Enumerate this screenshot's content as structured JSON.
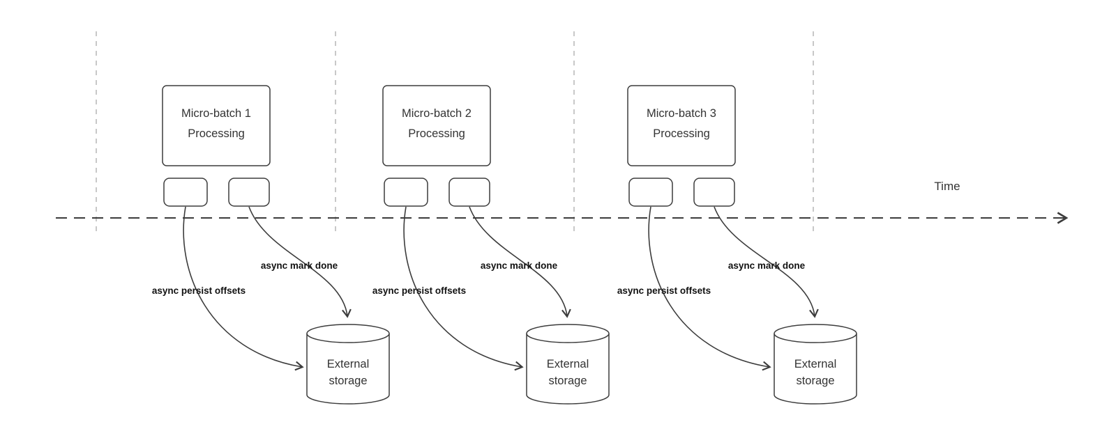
{
  "timeline": {
    "label": "Time"
  },
  "batches": [
    {
      "title_line1": "Micro-batch 1",
      "title_line2": "Processing"
    },
    {
      "title_line1": "Micro-batch 2",
      "title_line2": "Processing"
    },
    {
      "title_line1": "Micro-batch 3",
      "title_line2": "Processing"
    }
  ],
  "annotations": {
    "persist": "async persist offsets",
    "mark_done": "async mark done"
  },
  "storage": {
    "line1": "External",
    "line2": "storage"
  },
  "colors": {
    "shape_stroke": "#3c3c3c",
    "guide_stroke": "#b0b0b0",
    "title_text": "#333333",
    "annotation_text": "#111111",
    "background": "#ffffff"
  }
}
